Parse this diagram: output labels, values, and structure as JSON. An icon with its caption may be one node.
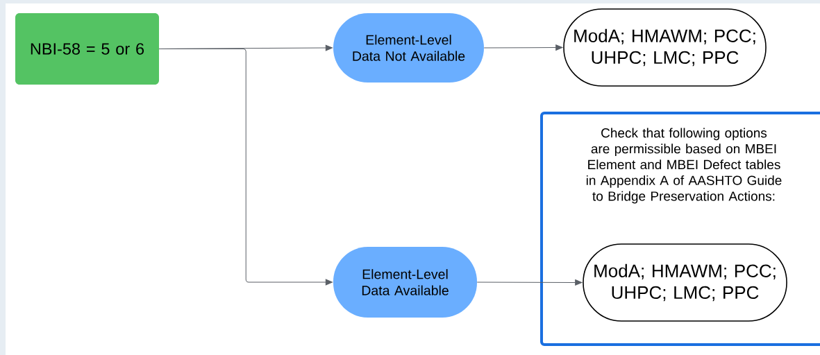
{
  "diagram": {
    "nodes": [
      {
        "text": [
          "NBI-58 = 5 or 6"
        ]
      },
      {
        "text": [
          "Element-Level Data Not Available"
        ]
      },
      {
        "text": [
          "ModA; HMAWM; PCC; UHPC; LMC; PPC"
        ]
      },
      {
        "text": [
          "Check that following options are permissible based on MBEI Element and MBEI Defect tables in Appendix A of AASHTO Guide to Bridge Preservation Actions:"
        ]
      },
      {
        "text": [
          "Element-Level Data Available"
        ]
      },
      {
        "text": [
          "ModA; HMAWM; PCC; UHPC; LMC; PPC"
        ],
        "in": 3
      }
    ],
    "edges": [
      {
        "from": 0,
        "to": 1,
        "arrow": "to"
      },
      {
        "from": 0,
        "to": 4,
        "arrow": "to"
      },
      {
        "from": 1,
        "to": 2,
        "arrow": "to"
      },
      {
        "from": 4,
        "to": 5,
        "arrow": "to"
      }
    ]
  }
}
